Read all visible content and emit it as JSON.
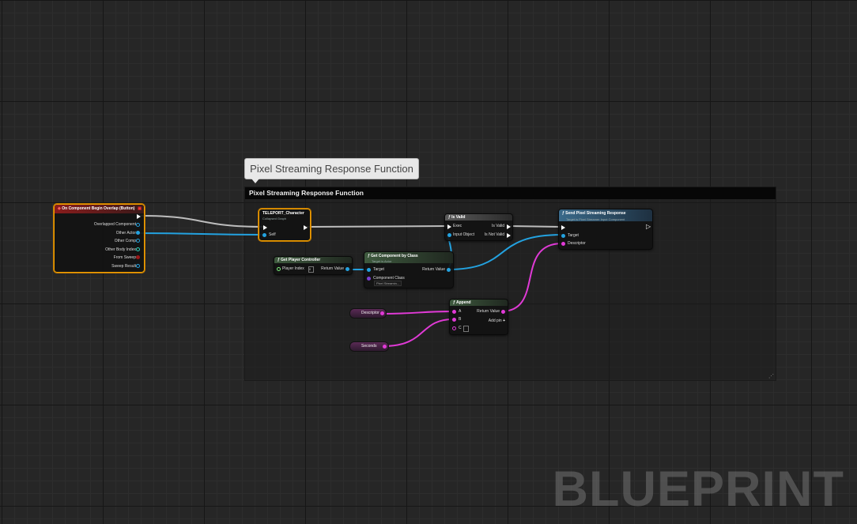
{
  "comment": {
    "tab_title": "Pixel Streaming Response Function",
    "header_title": "Pixel Streaming Response Function"
  },
  "nodes": {
    "event": {
      "title": "On Component Begin Overlap (Button)",
      "pins": [
        "Overlapped Component",
        "Other Actor",
        "Other Comp",
        "Other Body Index",
        "From Sweep",
        "Sweep Result"
      ]
    },
    "teleport": {
      "title": "TELEPORT_Character",
      "subtitle": "Collapsed Graph",
      "self_pin": "Self"
    },
    "is_valid": {
      "title": "Is Valid",
      "exec_pin": "Exec",
      "input_pin": "Input Object",
      "valid_pin": "Is Valid",
      "not_valid_pin": "Is Not Valid"
    },
    "send": {
      "title": "Send Pixel Streaming Response",
      "subtitle": "Target is Pixel Streamer Input Component",
      "target_pin": "Target",
      "descriptor_pin": "Descriptor"
    },
    "get_player_controller": {
      "title": "Get Player Controller",
      "player_index_label": "Player Index",
      "player_index_value": "0",
      "return_label": "Return Value"
    },
    "get_component": {
      "title": "Get Component by Class",
      "subtitle": "Target is Actor",
      "target_pin": "Target",
      "return_label": "Return Value",
      "class_label": "Component Class",
      "class_value": "Pixel Streamin..."
    },
    "append": {
      "title": "Append",
      "pin_a": "A",
      "pin_b": "B",
      "pin_c": "C",
      "return_label": "Return Value",
      "add_pin": "Add pin"
    }
  },
  "variables": {
    "descriptor": "Descriptor",
    "seconds": "Seconds"
  },
  "watermark": "BLUEPRINT",
  "colors": {
    "exec": "#ffffff",
    "object": "#23a2e0",
    "string": "#e03ad6",
    "selection": "#f0a000"
  }
}
